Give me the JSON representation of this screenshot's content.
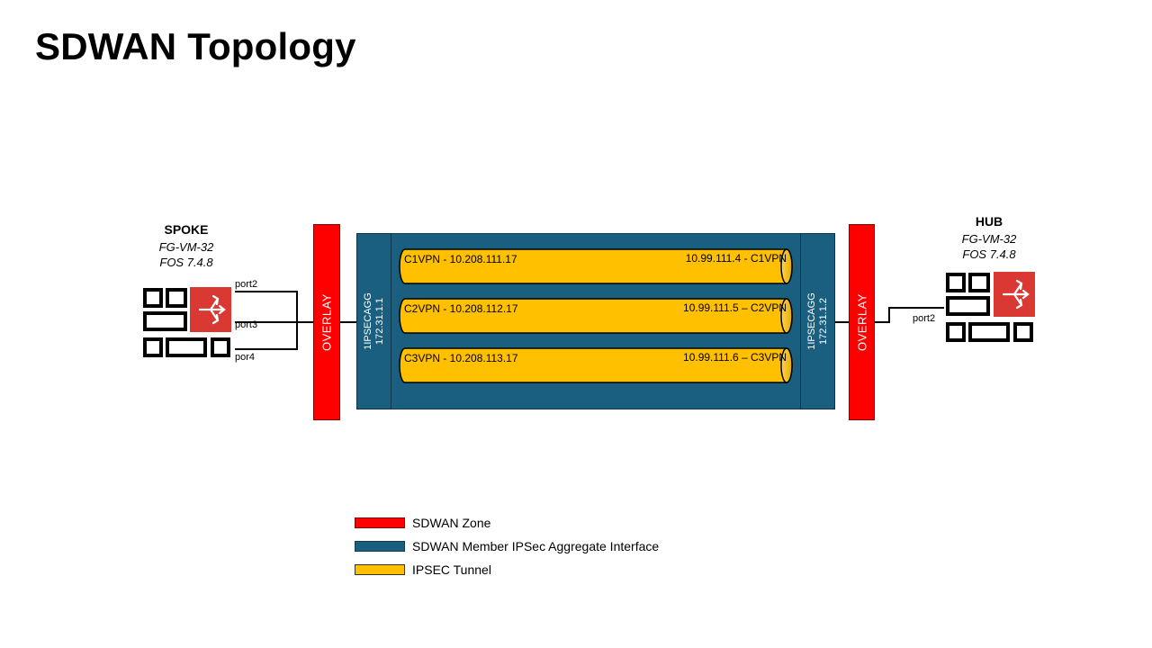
{
  "title": "SDWAN Topology",
  "spoke": {
    "name": "SPOKE",
    "model": "FG-VM-32",
    "os": "FOS 7.4.8",
    "ports": [
      "port2",
      "port3",
      "por4"
    ]
  },
  "hub": {
    "name": "HUB",
    "model": "FG-VM-32",
    "os": "FOS 7.4.8",
    "port": "port2"
  },
  "zones": {
    "left_label": "OVERLAY",
    "right_label": "OVERLAY"
  },
  "aggregates": {
    "left": {
      "name": "1IPSECAGG",
      "ip": "172.31.1.1"
    },
    "right": {
      "name": "1IPSECAGG",
      "ip": "172.31.1.2"
    }
  },
  "tunnels": [
    {
      "left_label": "C1VPN - 10.208.111.17",
      "right_label": "10.99.111.4 - C1VPN"
    },
    {
      "left_label": "C2VPN - 10.208.112.17",
      "right_label": "10.99.111.5 – C2VPN"
    },
    {
      "left_label": "C3VPN - 10.208.113.17",
      "right_label": "10.99.111.6 – C3VPN"
    }
  ],
  "legend": [
    {
      "label": "SDWAN Zone",
      "color": "#ff0000"
    },
    {
      "label": "SDWAN Member IPSec Aggregate Interface",
      "color": "#1a5e80"
    },
    {
      "label": "IPSEC Tunnel",
      "color": "#ffc000"
    }
  ],
  "colors": {
    "zone": "#ff0000",
    "aggregate": "#1a5e80",
    "tunnel": "#ffc000",
    "fortinet_red": "#da3832"
  }
}
